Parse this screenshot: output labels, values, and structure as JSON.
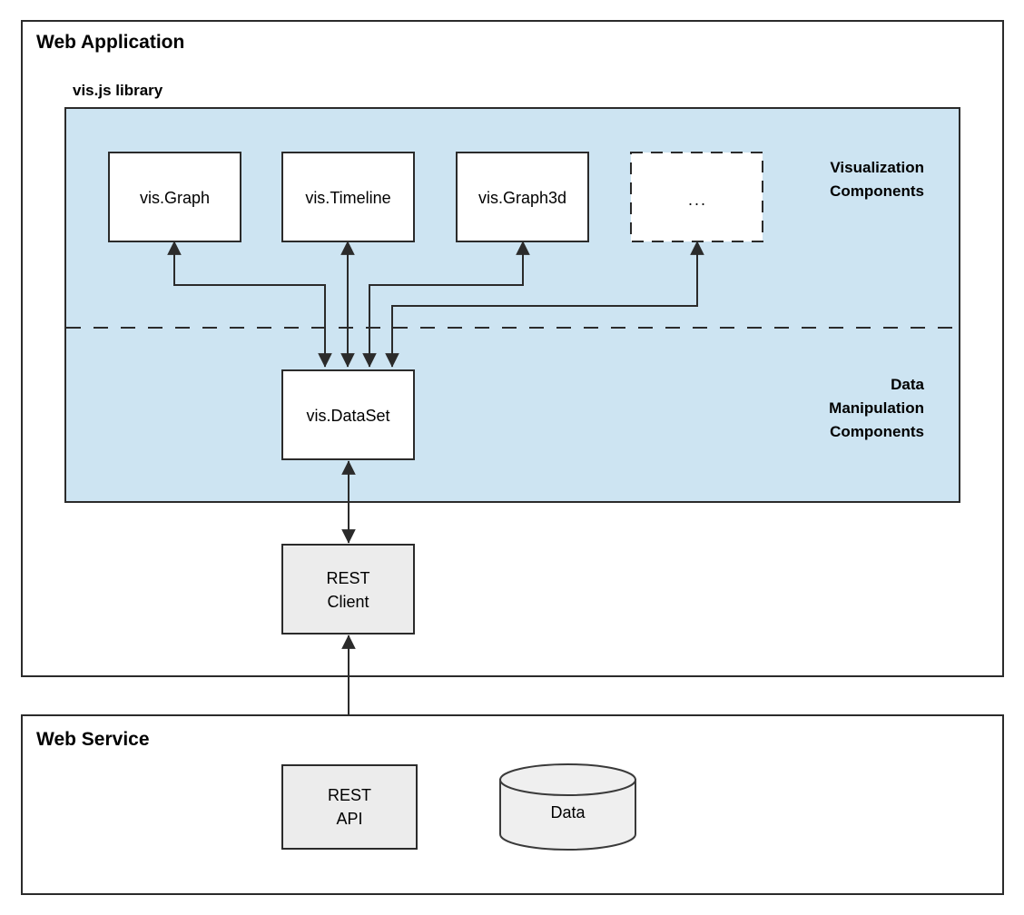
{
  "sections": [
    {
      "id": "web-application",
      "title": "Web Application"
    },
    {
      "id": "web-service",
      "title": "Web Service"
    }
  ],
  "library": {
    "title": "vis.js library",
    "panel_color": "#cde4f2",
    "group_labels": {
      "visualization": [
        "Visualization",
        "Components"
      ],
      "data_manipulation": [
        "Data",
        "Manipulation",
        "Components"
      ]
    }
  },
  "visualization_components": [
    {
      "id": "vis-graph",
      "label": "vis.Graph",
      "style": "solid"
    },
    {
      "id": "vis-timeline",
      "label": "vis.Timeline",
      "style": "solid"
    },
    {
      "id": "vis-graph3d",
      "label": "vis.Graph3d",
      "style": "solid"
    },
    {
      "id": "more",
      "label": "...",
      "style": "dashed"
    }
  ],
  "data_components": [
    {
      "id": "vis-dataset",
      "label": "vis.DataSet"
    }
  ],
  "client_components": [
    {
      "id": "rest-client",
      "label_line1": "REST",
      "label_line2": "Client"
    }
  ],
  "service_components": [
    {
      "id": "rest-api",
      "label_line1": "REST",
      "label_line2": "API"
    },
    {
      "id": "data-store",
      "label": "Data"
    }
  ],
  "colors": {
    "library_panel": "#cde4f2",
    "component_box": "#ffffff",
    "process_box": "#ececec",
    "cylinder": "#efefef",
    "stroke": "#2b2b2b"
  }
}
